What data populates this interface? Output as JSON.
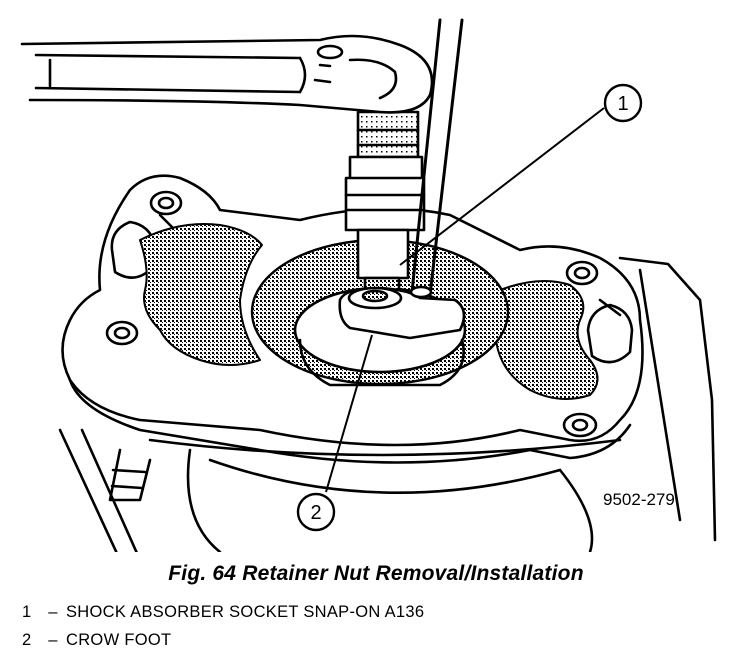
{
  "illustration": {
    "callouts": [
      "1",
      "2"
    ],
    "figure_number": "9502-279"
  },
  "caption": "Fig. 64 Retainer Nut Removal/Installation",
  "legend": [
    {
      "number": "1",
      "separator": "–",
      "text": "SHOCK ABSORBER SOCKET SNAP-ON A136"
    },
    {
      "number": "2",
      "separator": "–",
      "text": "CROW FOOT"
    }
  ],
  "colors": {
    "ink": "#000000",
    "paper": "#ffffff",
    "shade": "#9a9a9a"
  }
}
